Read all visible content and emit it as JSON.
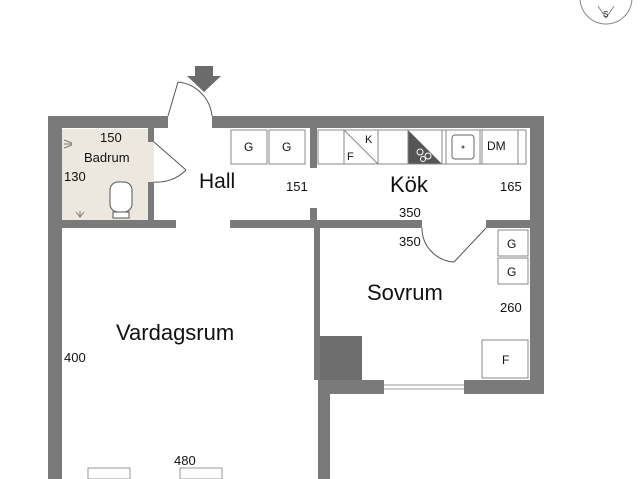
{
  "rooms": {
    "badrum": {
      "name": "Badrum",
      "width": "150",
      "depth": "130"
    },
    "hall": {
      "name": "Hall",
      "dim": "151"
    },
    "kok": {
      "name": "Kök",
      "depth": "165",
      "width": "350"
    },
    "sovrum": {
      "name": "Sovrum",
      "width": "350",
      "depth": "260"
    },
    "vardagsrum": {
      "name": "Vardagsrum",
      "depth": "400",
      "width": "480"
    }
  },
  "fixtures": {
    "hall_wardrobe_1": "G",
    "hall_wardrobe_2": "G",
    "fridge": "K",
    "freezer": "F",
    "dishwasher": "DM",
    "sovrum_wardrobe_1": "G",
    "sovrum_wardrobe_2": "G",
    "sovrum_cabinet": "F"
  },
  "compass": {
    "south": "S"
  },
  "colors": {
    "wall": "#7a7a7a",
    "floor": "#ffffff",
    "bathroom": "#ece8e0",
    "stove": "#555555",
    "arrow": "#6b6b6b"
  }
}
